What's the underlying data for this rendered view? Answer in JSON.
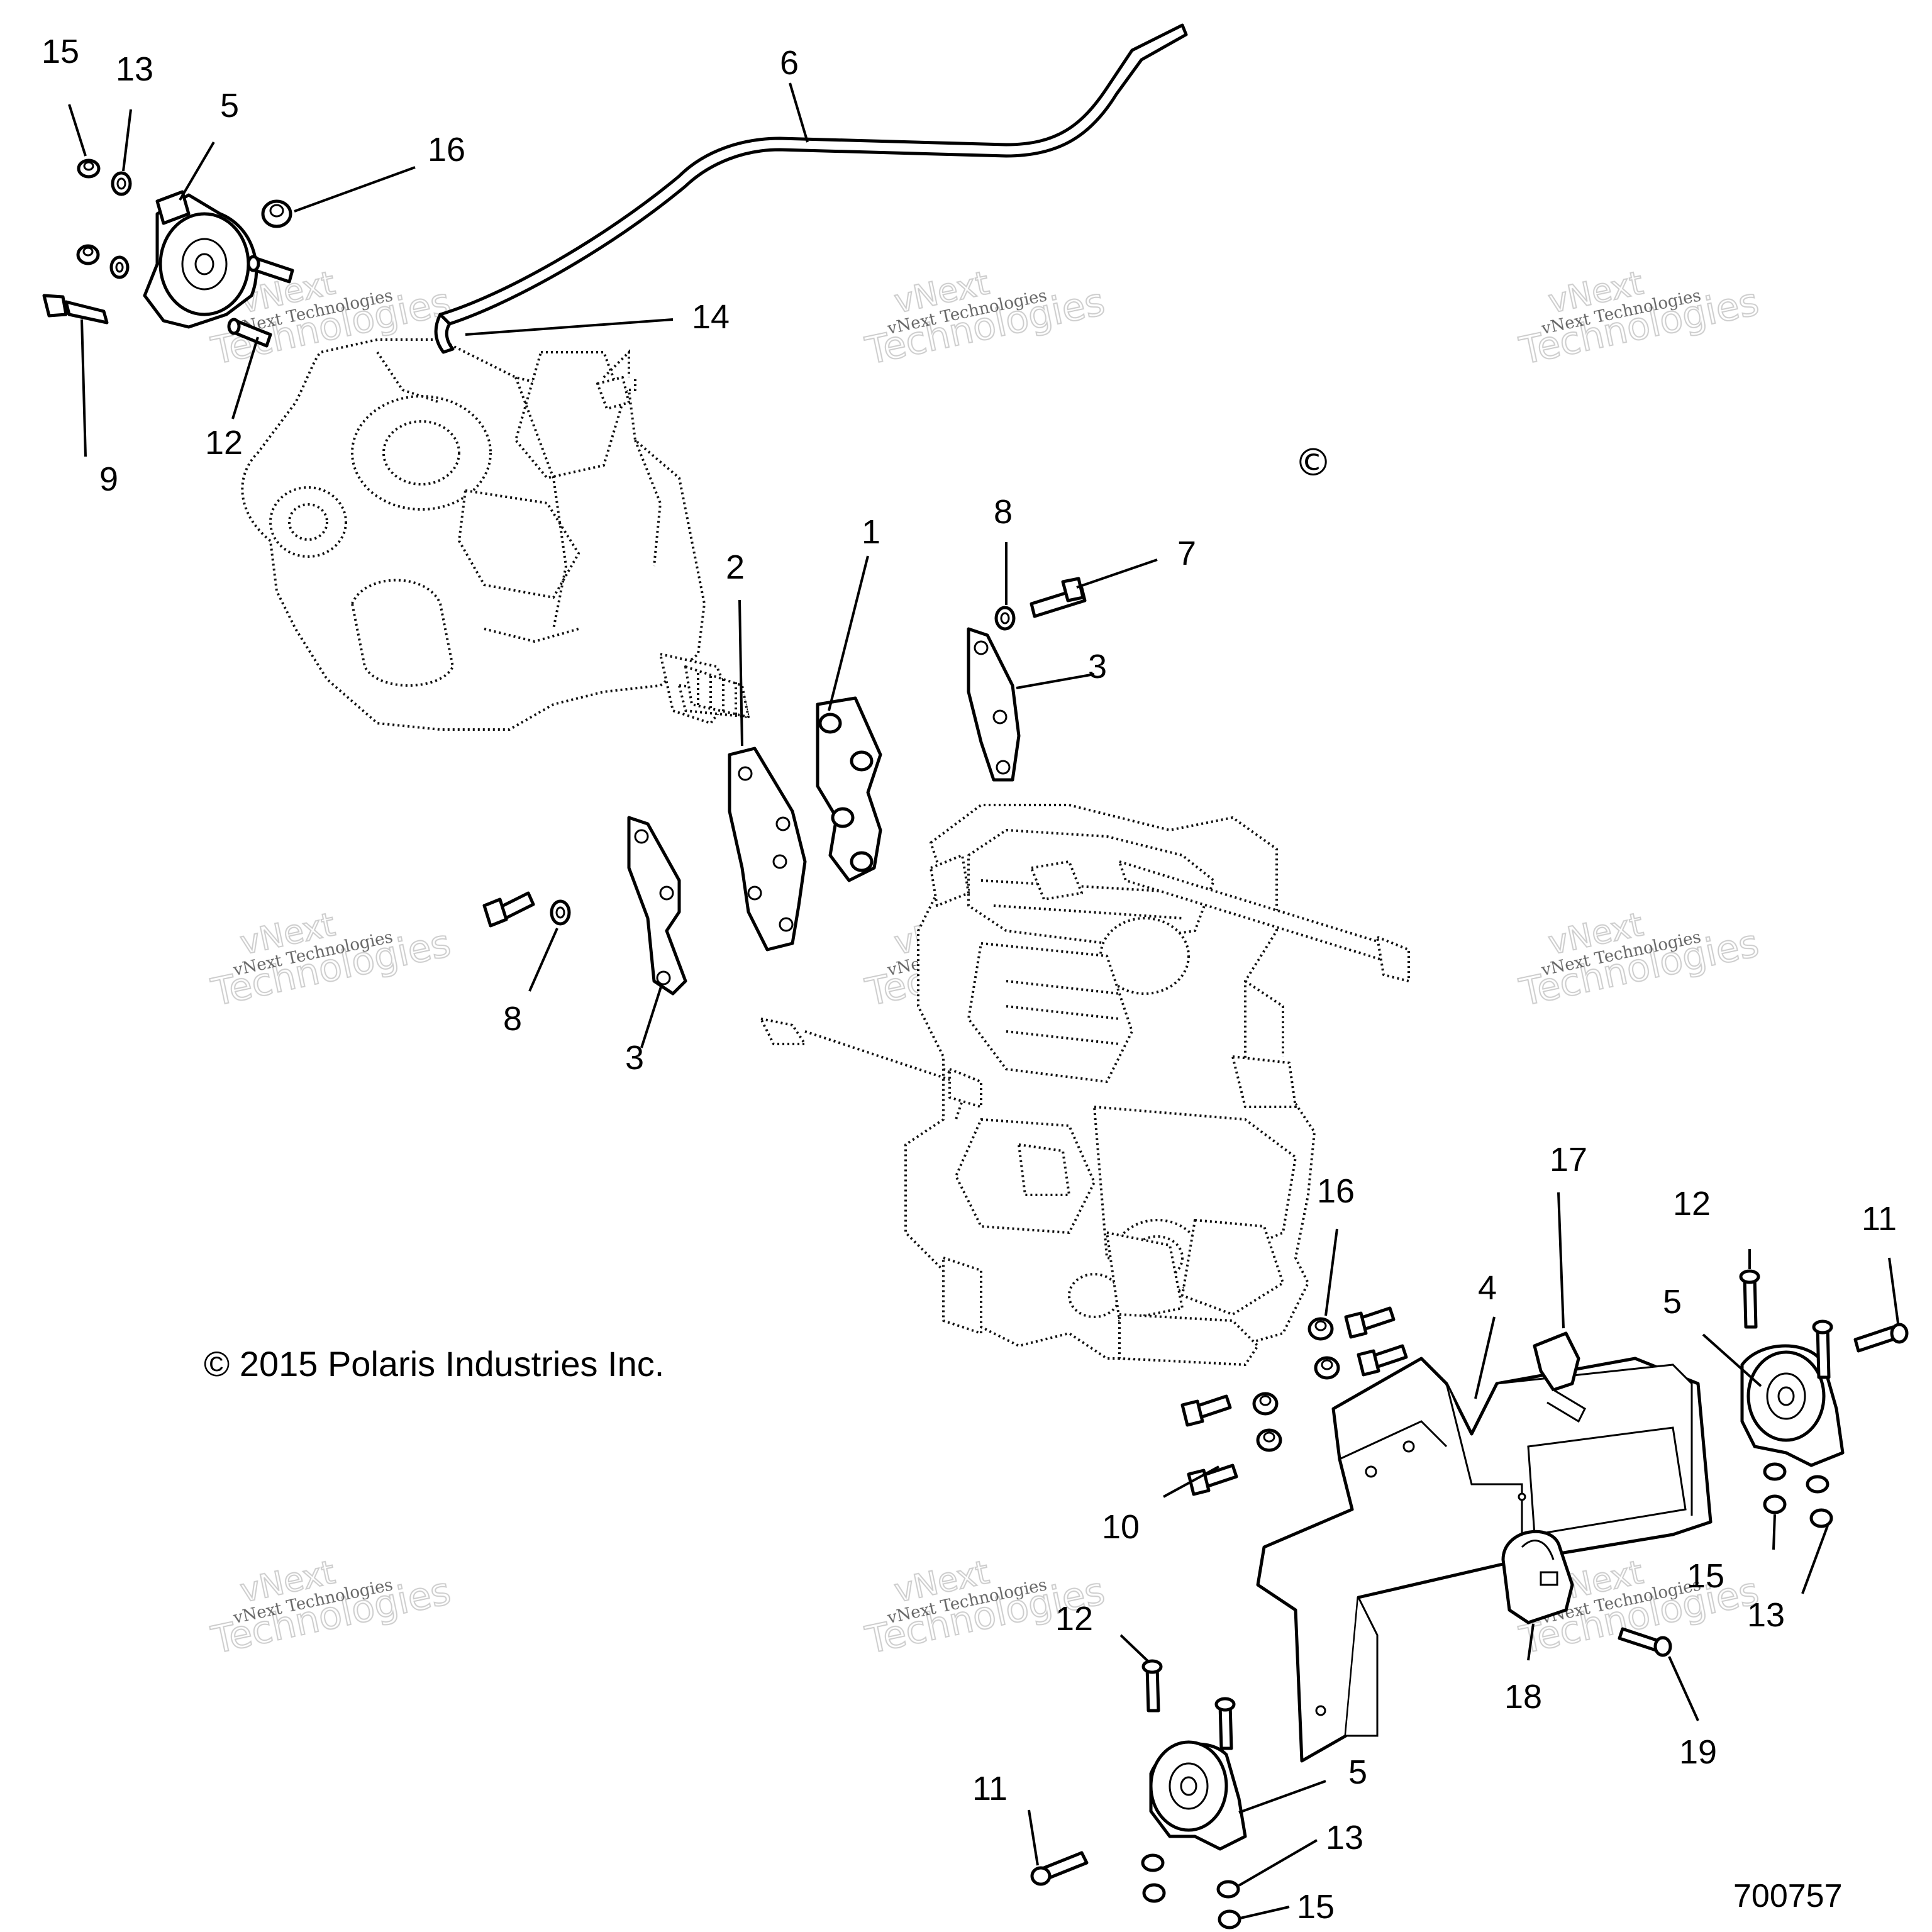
{
  "copyright": "© 2015 Polaris Industries Inc.",
  "copyright_mark": "©",
  "document_number": "700757",
  "watermark": {
    "line1": "vNext",
    "line2": "Technologies",
    "caption": "vNext Technologies"
  },
  "callouts": {
    "c15a": "15",
    "c13a": "13",
    "c5a": "5",
    "c16a": "16",
    "c6": "6",
    "c14": "14",
    "c12a": "12",
    "c9": "9",
    "c2": "2",
    "c1": "1",
    "c8a": "8",
    "c7": "7",
    "c3a": "3",
    "c8b": "8",
    "c3b": "3",
    "c16b": "16",
    "c17": "17",
    "c4": "4",
    "c12b": "12",
    "c11a": "11",
    "c5b": "5",
    "c10": "10",
    "c15b": "15",
    "c13b": "13",
    "c18": "18",
    "c19": "19",
    "c12c": "12",
    "c11b": "11",
    "c5c": "5",
    "c13c": "13",
    "c15c": "15"
  }
}
